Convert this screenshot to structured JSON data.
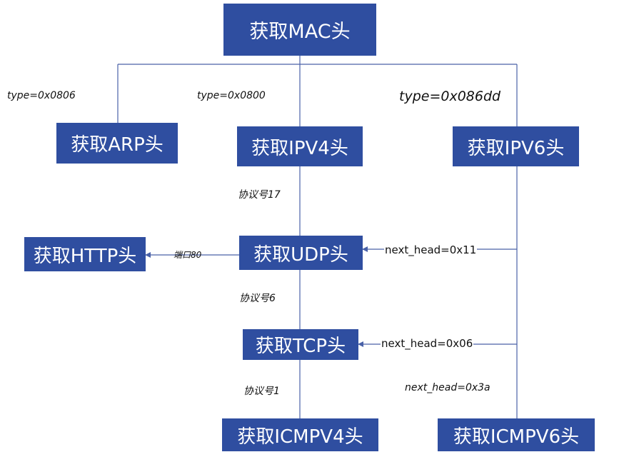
{
  "nodes": {
    "mac": "获取MAC头",
    "arp": "获取ARP头",
    "ipv4": "获取IPV4头",
    "ipv6": "获取IPV6头",
    "udp": "获取UDP头",
    "http": "获取HTTP头",
    "tcp": "获取TCP头",
    "icmpv4": "获取ICMPV4头",
    "icmpv6": "获取ICMPV6头"
  },
  "edge_labels": {
    "arp_type": "type=0x0806",
    "ipv4_type": "type=0x0800",
    "ipv6_type": "type=0x086dd",
    "udp_protocol": "协议号17",
    "http_port": "端口80",
    "udp_next_head": "next_head=0x11",
    "tcp_protocol": "协议号6",
    "tcp_next_head": "next_head=0x06",
    "icmpv4_protocol": "协议号1",
    "icmpv6_next_head": "next_head=0x3a"
  },
  "colors": {
    "node_fill": "#2f4ea0",
    "node_text": "#ffffff",
    "line": "#4a62a8"
  }
}
